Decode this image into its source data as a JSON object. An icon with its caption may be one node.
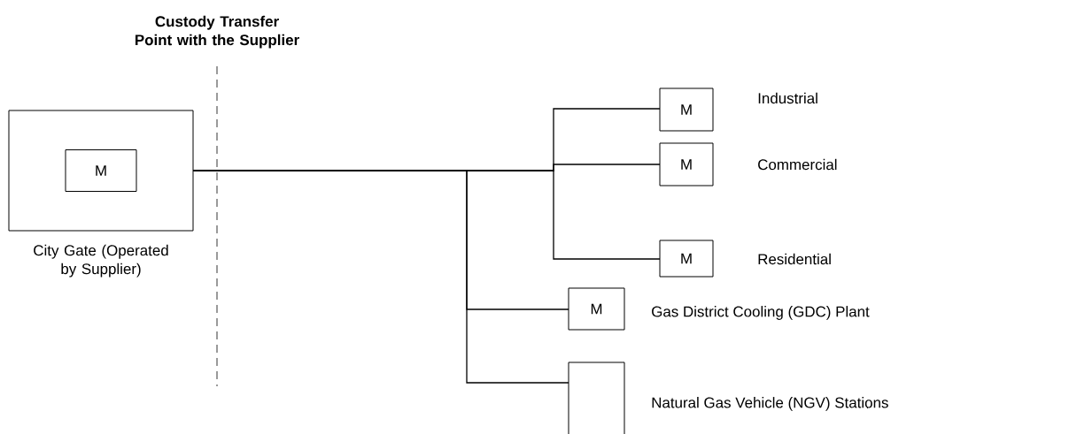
{
  "diagram": {
    "nodes": [
      {
        "text": [
          "City Gate (Operated by Supplier)"
        ]
      },
      {
        "text": [
          "M"
        ],
        "in": 0
      },
      {
        "text": [
          "M"
        ],
        "beside": [
          "Industrial"
        ]
      },
      {
        "text": [
          "M"
        ],
        "beside": [
          "Commercial"
        ]
      },
      {
        "text": [
          "M"
        ],
        "beside": [
          "Residential"
        ]
      },
      {
        "text": [
          "M"
        ],
        "beside": [
          "Gas District Cooling (GDC) Plant"
        ]
      },
      {
        "text": [],
        "shape": "box",
        "beside": [
          "Natural Gas Vehicle (NGV) Stations"
        ]
      }
    ],
    "edges": [
      {
        "from": 0,
        "to": 2,
        "arrow": "none"
      },
      {
        "from": 0,
        "to": 3,
        "arrow": "none"
      },
      {
        "from": 0,
        "to": 4,
        "arrow": "none"
      },
      {
        "from": 0,
        "to": 5,
        "arrow": "none"
      },
      {
        "from": 0,
        "to": 6,
        "arrow": "none"
      }
    ],
    "labels": [
      "Custody Transfer Point with the Supplier"
    ]
  }
}
